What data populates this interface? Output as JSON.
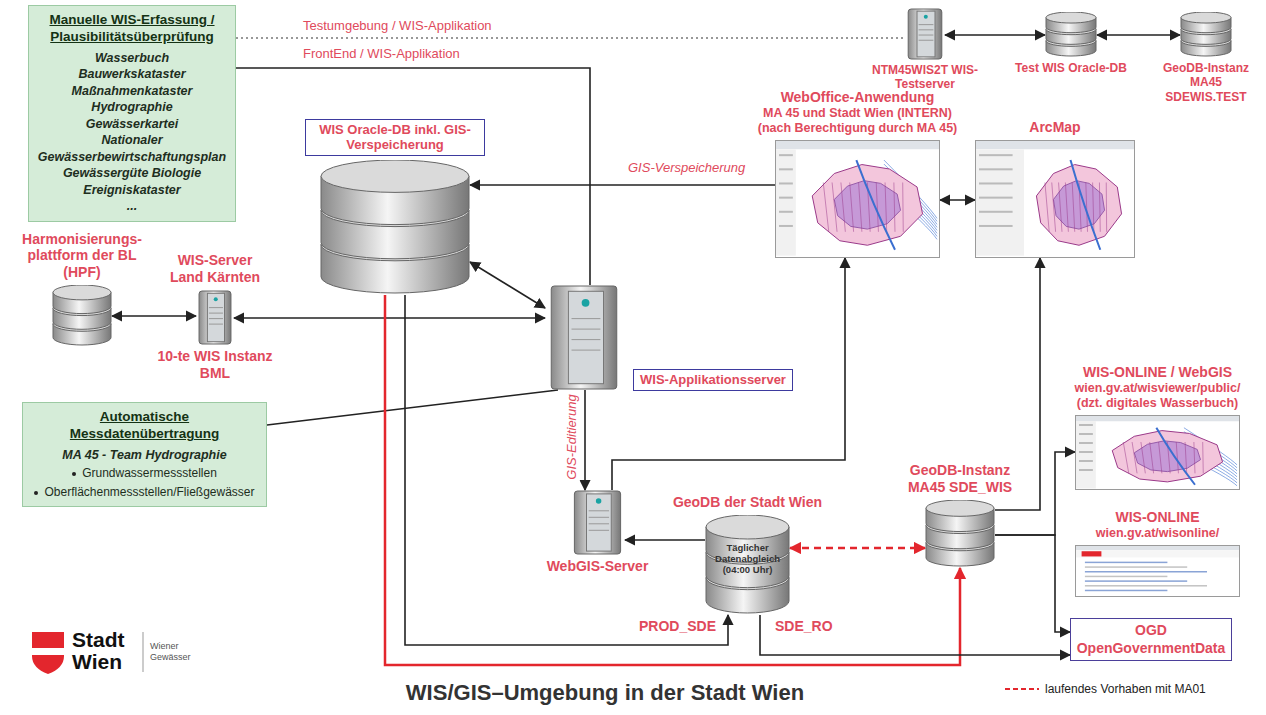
{
  "diagram": {
    "title": "WIS/GIS–Umgebung in der Stadt Wien",
    "nodes": [
      {
        "text": [
          "Manuelle WIS-Erfassung / Plausibilitätsüberprüfung",
          "Wasserbuch",
          "Bauwerkskataster",
          "Maßnahmenkataster",
          "Hydrographie",
          "Gewässerkartei",
          "Nationaler Gewässerbewirtschaftungsplan",
          "Gewässergüte Biologie",
          "Ereigniskataster",
          "..."
        ]
      },
      {
        "text": [
          "NTM45WIS2T WIS-Testserver"
        ]
      },
      {
        "text": [
          "Test WIS Oracle-DB"
        ]
      },
      {
        "text": [
          "GeoDB-Instanz MA45 SDEWIS.TEST"
        ]
      },
      {
        "text": [
          "WIS Oracle-DB inkl. GIS-Verspeicherung"
        ]
      },
      {
        "text": [
          "WebOffice-Anwendung",
          "MA 45 und Stadt Wien (INTERN)",
          "(nach Berechtigung durch MA 45)"
        ]
      },
      {
        "text": [
          "ArcMap"
        ]
      },
      {
        "text": [
          "Harmonisierungs- plattform der BL (HPF)"
        ]
      },
      {
        "text": [
          "WIS-Server Land Kärnten",
          "10-te WIS Instanz BML"
        ]
      },
      {
        "text": [
          "WIS-Applikationsserver"
        ]
      },
      {
        "text": [
          "Automatische Messdatenübertragung",
          "MA 45 - Team Hydrographie",
          "Grundwassermessstellen",
          "Oberflächenmessstellen/Fließgewässer"
        ]
      },
      {
        "text": [
          "WebGIS-Server"
        ]
      },
      {
        "text": [
          "GeoDB der Stadt Wien",
          "Täglicher Datenabgleich (04:00 Uhr)",
          "PROD_SDE",
          "SDE_RO"
        ]
      },
      {
        "text": [
          "GeoDB-Instanz MA45 SDE_WIS"
        ]
      },
      {
        "text": [
          "WIS-ONLINE / WebGIS",
          "wien.gv.at/wisviewer/public/",
          "(dzt. digitales Wasserbuch)"
        ]
      },
      {
        "text": [
          "WIS-ONLINE",
          "wien.gv.at/wisonline/"
        ]
      },
      {
        "text": [
          "OGD",
          "OpenGovernmentData"
        ]
      }
    ],
    "edges": [
      {
        "from": 0,
        "to": 1,
        "arrow": "none",
        "label": "Testumgebung / WIS-Applikation"
      },
      {
        "from": 0,
        "to": 9,
        "arrow": "none",
        "label": "FrontEnd / WIS-Applikation"
      },
      {
        "from": 1,
        "to": 2,
        "arrow": "both"
      },
      {
        "from": 2,
        "to": 3,
        "arrow": "both"
      },
      {
        "from": 5,
        "to": 4,
        "arrow": "to",
        "label": "GIS-Verspeicherung"
      },
      {
        "from": 5,
        "to": 6,
        "arrow": "both"
      },
      {
        "from": 4,
        "to": 9,
        "arrow": "both"
      },
      {
        "from": 7,
        "to": 8,
        "arrow": "both"
      },
      {
        "from": 8,
        "to": 9,
        "arrow": "both"
      },
      {
        "from": 10,
        "to": 9,
        "arrow": "none"
      },
      {
        "from": 9,
        "to": 11,
        "arrow": "to",
        "label": "GIS-Editierung"
      },
      {
        "from": 11,
        "to": 5,
        "arrow": "to"
      },
      {
        "from": 12,
        "to": 11,
        "arrow": "to"
      },
      {
        "from": 12,
        "to": 13,
        "arrow": "both"
      },
      {
        "from": 13,
        "to": 6,
        "arrow": "to"
      },
      {
        "from": 4,
        "to": 12,
        "arrow": "to"
      },
      {
        "from": 4,
        "to": 13,
        "arrow": "to"
      },
      {
        "from": 12,
        "to": 16,
        "arrow": "to"
      },
      {
        "from": 13,
        "to": 14,
        "arrow": "to"
      },
      {
        "from": 13,
        "to": 16,
        "arrow": "to"
      }
    ],
    "labels": [
      "Stadt",
      "Wien",
      "Wiener Gewässer"
    ],
    "legend": [
      {
        "text": "laufendes Vorhaben mit MA01"
      }
    ]
  }
}
